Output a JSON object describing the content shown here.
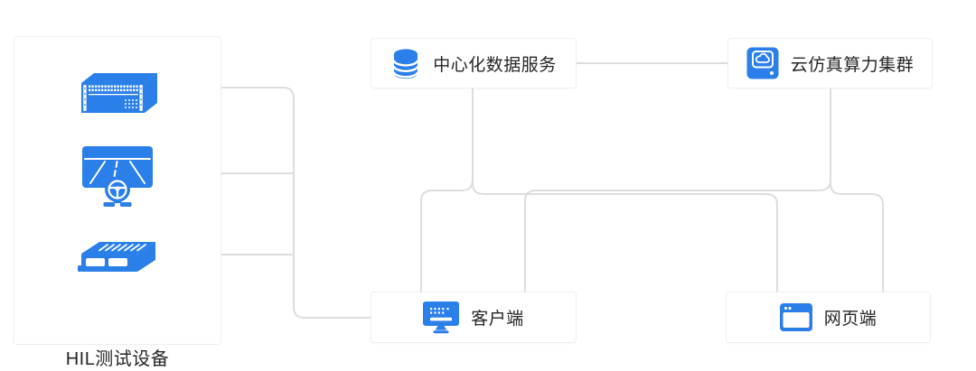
{
  "diagram_title": "",
  "colors": {
    "accent_blue": "#2B7FE9",
    "wire_gray": "#dcdde1",
    "card_border": "#eeeef0",
    "text": "#262626",
    "background": "#ffffff"
  },
  "nodes": {
    "hil": {
      "label": "HIL测试设备",
      "icons": [
        "rack-server-icon",
        "driving-simulator-icon",
        "ecu-box-icon"
      ]
    },
    "data_service": {
      "label": "中心化数据服务",
      "icon": "database-icon"
    },
    "cloud_cluster": {
      "label": "云仿真算力集群",
      "icon": "cloud-storage-icon"
    },
    "client": {
      "label": "客户端",
      "icon": "monitor-icon"
    },
    "web": {
      "label": "网页端",
      "icon": "browser-window-icon"
    }
  },
  "connections": [
    {
      "from": "HIL测试设备",
      "to": "客户端"
    },
    {
      "from": "中心化数据服务",
      "to": "云仿真算力集群"
    },
    {
      "from": "中心化数据服务",
      "to": "客户端"
    },
    {
      "from": "中心化数据服务",
      "to": "网页端"
    },
    {
      "from": "云仿真算力集群",
      "to": "客户端"
    },
    {
      "from": "云仿真算力集群",
      "to": "网页端"
    }
  ]
}
